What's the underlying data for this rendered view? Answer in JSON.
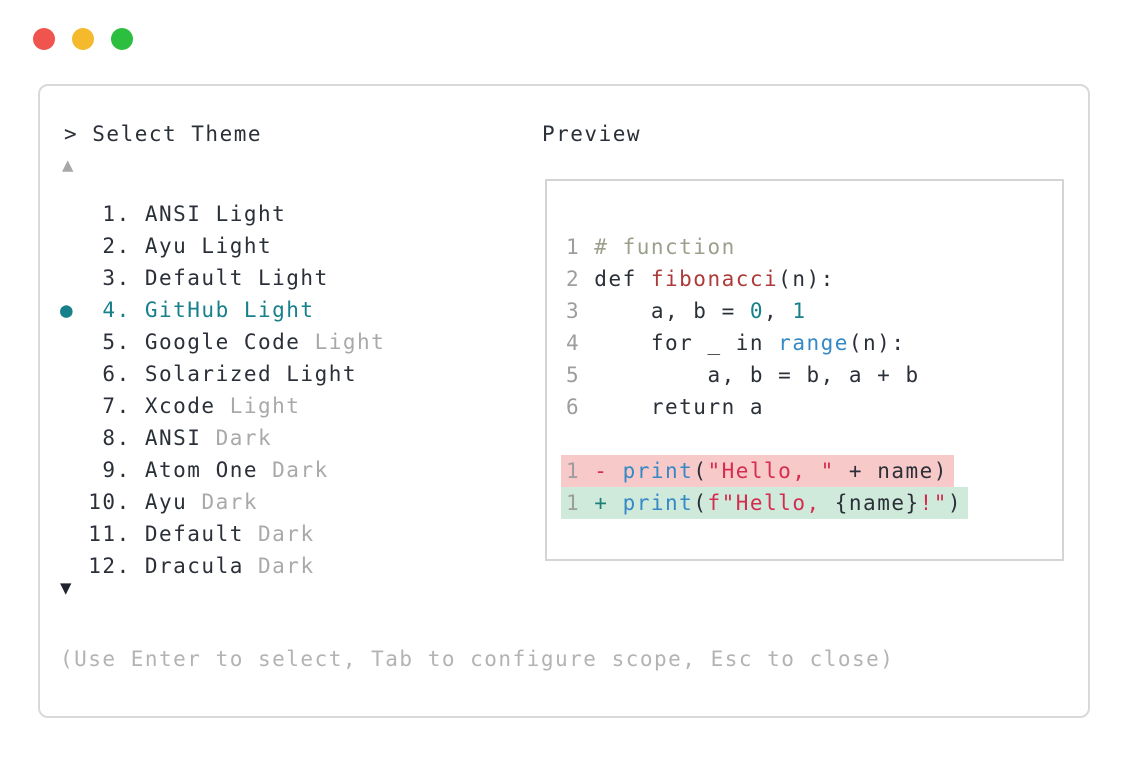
{
  "window": {
    "controls": [
      {
        "name": "close",
        "color": "#f0544e"
      },
      {
        "name": "minimize",
        "color": "#f4b92d"
      },
      {
        "name": "maximize",
        "color": "#2cbe3e"
      }
    ]
  },
  "theme_picker": {
    "title": "> Select Theme",
    "scroll_up_icon": "▲",
    "scroll_down_icon": "▼",
    "items": [
      {
        "number": "1",
        "name": "ANSI Light",
        "suffix": "",
        "selected": false
      },
      {
        "number": "2",
        "name": "Ayu Light",
        "suffix": "",
        "selected": false
      },
      {
        "number": "3",
        "name": "Default Light",
        "suffix": "",
        "selected": false
      },
      {
        "number": "4",
        "name": "GitHub Light",
        "suffix": "",
        "selected": true
      },
      {
        "number": "5",
        "name": "Google Code",
        "suffix": "Light",
        "selected": false
      },
      {
        "number": "6",
        "name": "Solarized Light",
        "suffix": "",
        "selected": false
      },
      {
        "number": "7",
        "name": "Xcode",
        "suffix": "Light",
        "selected": false
      },
      {
        "number": "8",
        "name": "ANSI",
        "suffix": "Dark",
        "selected": false
      },
      {
        "number": "9",
        "name": "Atom One",
        "suffix": "Dark",
        "selected": false
      },
      {
        "number": "10",
        "name": "Ayu",
        "suffix": "Dark",
        "selected": false
      },
      {
        "number": "11",
        "name": "Default",
        "suffix": "Dark",
        "selected": false
      },
      {
        "number": "12",
        "name": "Dracula",
        "suffix": "Dark",
        "selected": false
      }
    ],
    "hint": "(Use Enter to select, Tab to configure scope, Esc to close)"
  },
  "preview": {
    "label": "Preview",
    "code_lines": [
      {
        "num": "1",
        "tokens": [
          {
            "t": "# function",
            "c": "comment"
          }
        ]
      },
      {
        "num": "2",
        "tokens": [
          {
            "t": "def ",
            "c": "text"
          },
          {
            "t": "fibonacci",
            "c": "func"
          },
          {
            "t": "(n):",
            "c": "text"
          }
        ]
      },
      {
        "num": "3",
        "tokens": [
          {
            "t": "    a, b = ",
            "c": "text"
          },
          {
            "t": "0",
            "c": "num"
          },
          {
            "t": ", ",
            "c": "text"
          },
          {
            "t": "1",
            "c": "num"
          }
        ]
      },
      {
        "num": "4",
        "tokens": [
          {
            "t": "    for _ in ",
            "c": "text"
          },
          {
            "t": "range",
            "c": "call"
          },
          {
            "t": "(n):",
            "c": "text"
          }
        ]
      },
      {
        "num": "5",
        "tokens": [
          {
            "t": "        a, b = b, a + b",
            "c": "text"
          }
        ]
      },
      {
        "num": "6",
        "tokens": [
          {
            "t": "    return a",
            "c": "text"
          }
        ]
      },
      {
        "num": "",
        "tokens": []
      },
      {
        "num": "1",
        "diff": "removed",
        "tokens": [
          {
            "t": "- ",
            "c": "del"
          },
          {
            "t": "print",
            "c": "call"
          },
          {
            "t": "(",
            "c": "text"
          },
          {
            "t": "\"Hello, \"",
            "c": "str"
          },
          {
            "t": " + name)",
            "c": "text"
          }
        ]
      },
      {
        "num": "1",
        "diff": "added",
        "tokens": [
          {
            "t": "+ ",
            "c": "add"
          },
          {
            "t": "print",
            "c": "call"
          },
          {
            "t": "(",
            "c": "text"
          },
          {
            "t": "f\"Hello, ",
            "c": "str"
          },
          {
            "t": "{name}",
            "c": "text"
          },
          {
            "t": "!\"",
            "c": "str"
          },
          {
            "t": ")",
            "c": "text"
          }
        ]
      }
    ]
  },
  "colors": {
    "text_dark": "#2a2f38",
    "text_gray": "#a9a9a9",
    "hint_gray": "#b3b3b3",
    "selection_teal": "#17808a",
    "scroll_up_gray": "#a8a8a8",
    "line_number_gray": "#9d9d9d",
    "comment_green": "#9aa08c",
    "function_red": "#ad3a38",
    "number_teal": "#17808a",
    "call_blue": "#3589c5",
    "string_crimson": "#d42d50",
    "diff_del_marker": "#d42d50",
    "diff_add_marker": "#1d7f78",
    "removed_bg": "#f8c9c9",
    "added_bg": "#cfe9db",
    "window_border": "#d9d9d9",
    "preview_border": "#d4d4d4"
  }
}
